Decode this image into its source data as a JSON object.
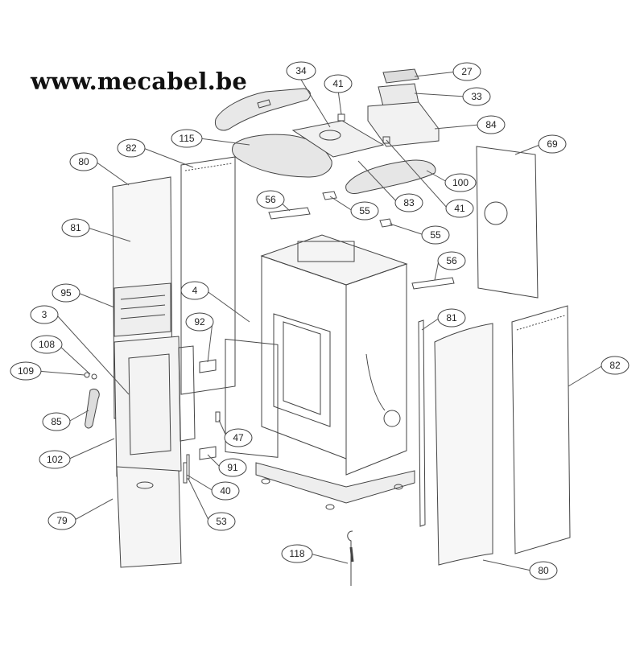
{
  "watermark": "www.mecabel.be",
  "callouts": [
    {
      "id": "c34",
      "label": "34"
    },
    {
      "id": "c41a",
      "label": "41"
    },
    {
      "id": "c27",
      "label": "27"
    },
    {
      "id": "c33",
      "label": "33"
    },
    {
      "id": "c84",
      "label": "84"
    },
    {
      "id": "c115",
      "label": "115"
    },
    {
      "id": "c82a",
      "label": "82"
    },
    {
      "id": "c80a",
      "label": "80"
    },
    {
      "id": "c69",
      "label": "69"
    },
    {
      "id": "c100",
      "label": "100"
    },
    {
      "id": "c83",
      "label": "83"
    },
    {
      "id": "c41b",
      "label": "41"
    },
    {
      "id": "c56a",
      "label": "56"
    },
    {
      "id": "c55a",
      "label": "55"
    },
    {
      "id": "c55b",
      "label": "55"
    },
    {
      "id": "c81a",
      "label": "81"
    },
    {
      "id": "c56b",
      "label": "56"
    },
    {
      "id": "c95",
      "label": "95"
    },
    {
      "id": "c4",
      "label": "4"
    },
    {
      "id": "c3",
      "label": "3"
    },
    {
      "id": "c92",
      "label": "92"
    },
    {
      "id": "c81b",
      "label": "81"
    },
    {
      "id": "c108",
      "label": "108"
    },
    {
      "id": "c82b",
      "label": "82"
    },
    {
      "id": "c109",
      "label": "109"
    },
    {
      "id": "c85",
      "label": "85"
    },
    {
      "id": "c47",
      "label": "47"
    },
    {
      "id": "c102",
      "label": "102"
    },
    {
      "id": "c91",
      "label": "91"
    },
    {
      "id": "c40",
      "label": "40"
    },
    {
      "id": "c79",
      "label": "79"
    },
    {
      "id": "c53",
      "label": "53"
    },
    {
      "id": "c118",
      "label": "118"
    },
    {
      "id": "c80b",
      "label": "80"
    }
  ]
}
